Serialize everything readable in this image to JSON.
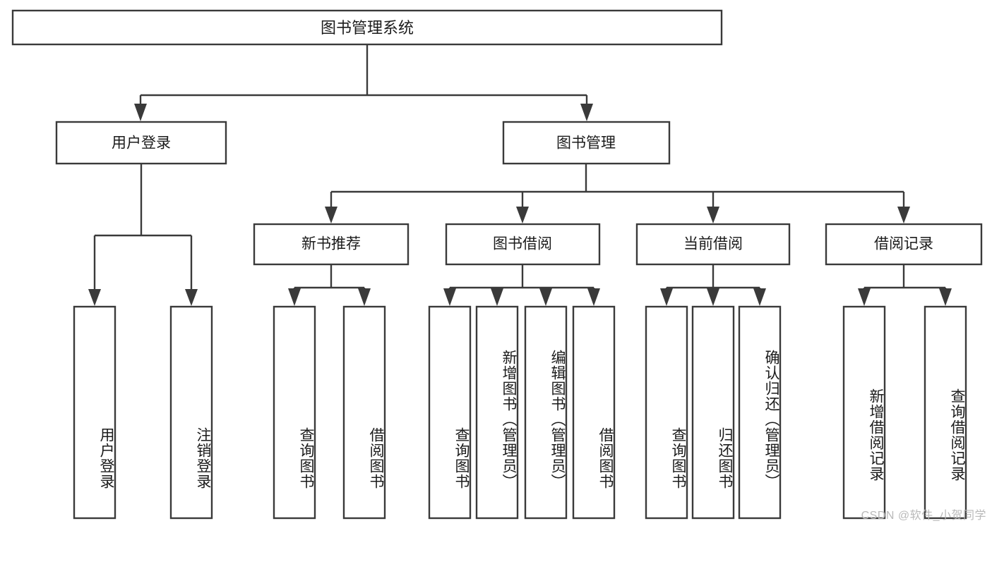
{
  "diagram": {
    "type": "tree",
    "title_node": "图书管理系统",
    "watermark": "CSDN @软件_小贺同学",
    "colors": {
      "box_stroke": "#3a3a3a",
      "box_fill": "#ffffff",
      "text": "#1b1b1b",
      "watermark": "#b9b9b9",
      "background": "#ffffff"
    },
    "root": {
      "label": "图书管理系统"
    },
    "level2": [
      {
        "label": "用户登录"
      },
      {
        "label": "图书管理"
      }
    ],
    "level3": [
      {
        "label": "新书推荐"
      },
      {
        "label": "图书借阅"
      },
      {
        "label": "当前借阅"
      },
      {
        "label": "借阅记录"
      }
    ],
    "leaves": {
      "user_login": [
        {
          "label": "用户登录"
        },
        {
          "label": "注销登录"
        }
      ],
      "new_book_recommend": [
        {
          "label": "查询图书"
        },
        {
          "label": "借阅图书"
        }
      ],
      "book_borrow": [
        {
          "label": "查询图书"
        },
        {
          "label": "新增图书（管理员）"
        },
        {
          "label": "编辑图书（管理员）"
        },
        {
          "label": "借阅图书"
        }
      ],
      "current_borrow": [
        {
          "label": "查询图书"
        },
        {
          "label": "归还图书"
        },
        {
          "label": "确认归还（管理员）"
        }
      ],
      "borrow_record": [
        {
          "label": "新增借阅记录"
        },
        {
          "label": "查询借阅记录"
        }
      ]
    }
  }
}
